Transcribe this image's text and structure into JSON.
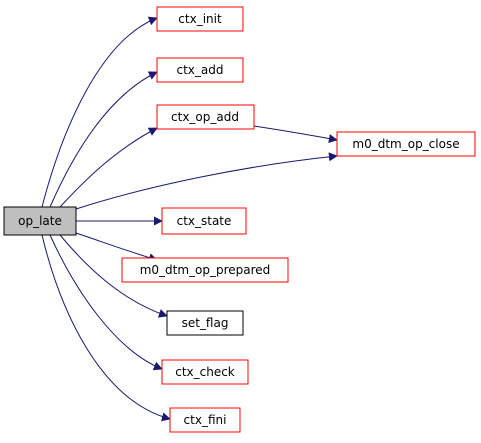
{
  "colors": {
    "edge": "#191970",
    "root_fill": "#bfbfbf",
    "root_stroke": "#000000",
    "callee_stroke_red": "#ff0000",
    "callee_stroke_black": "#000000",
    "node_fill": "#ffffff"
  },
  "nodes": [
    {
      "id": "op_late",
      "label": "op_late",
      "style": "root"
    },
    {
      "id": "ctx_init",
      "label": "ctx_init",
      "style": "red"
    },
    {
      "id": "ctx_add",
      "label": "ctx_add",
      "style": "red"
    },
    {
      "id": "ctx_op_add",
      "label": "ctx_op_add",
      "style": "red"
    },
    {
      "id": "m0_dtm_op_close",
      "label": "m0_dtm_op_close",
      "style": "red"
    },
    {
      "id": "ctx_state",
      "label": "ctx_state",
      "style": "red"
    },
    {
      "id": "m0_dtm_op_prepared",
      "label": "m0_dtm_op_prepared",
      "style": "red"
    },
    {
      "id": "set_flag",
      "label": "set_flag",
      "style": "black"
    },
    {
      "id": "ctx_check",
      "label": "ctx_check",
      "style": "red"
    },
    {
      "id": "ctx_fini",
      "label": "ctx_fini",
      "style": "red"
    }
  ],
  "edges": [
    {
      "from": "op_late",
      "to": "ctx_init"
    },
    {
      "from": "op_late",
      "to": "ctx_add"
    },
    {
      "from": "op_late",
      "to": "ctx_op_add"
    },
    {
      "from": "op_late",
      "to": "m0_dtm_op_close"
    },
    {
      "from": "op_late",
      "to": "ctx_state"
    },
    {
      "from": "op_late",
      "to": "m0_dtm_op_prepared"
    },
    {
      "from": "op_late",
      "to": "set_flag"
    },
    {
      "from": "op_late",
      "to": "ctx_check"
    },
    {
      "from": "op_late",
      "to": "ctx_fini"
    },
    {
      "from": "ctx_op_add",
      "to": "m0_dtm_op_close"
    }
  ]
}
